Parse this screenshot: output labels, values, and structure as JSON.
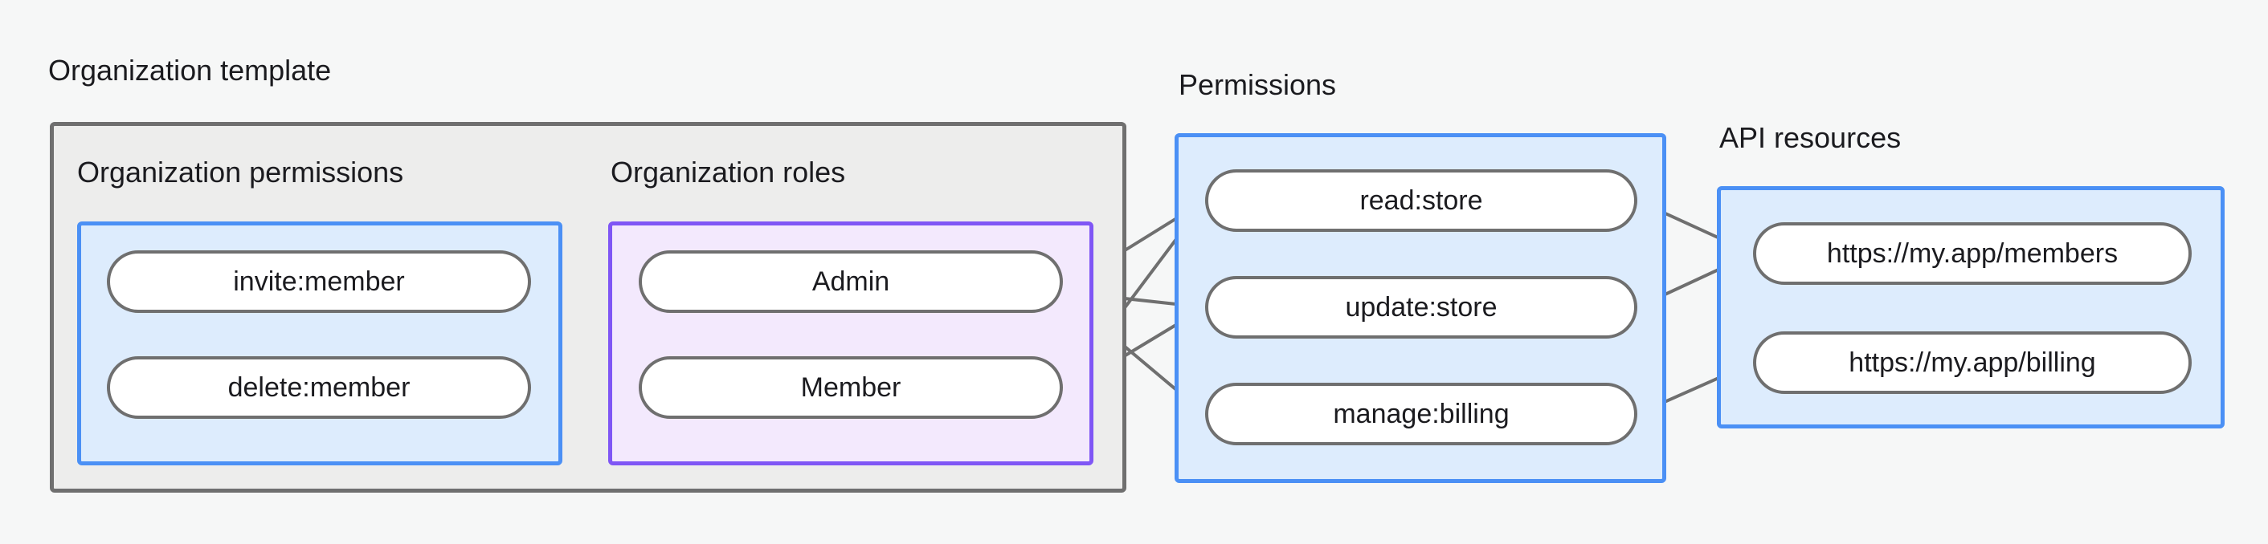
{
  "diagram": {
    "title": "Organization template",
    "background_color": "#f6f7f7",
    "groups": {
      "organization_template": {
        "label": "Organization template",
        "border_color": "#6f6f6f",
        "fill_color": "#ededec",
        "sections": [
          {
            "label": "Organization permissions",
            "border_color": "#4b90f5",
            "fill_color": "#ddecfd",
            "nodes": [
              {
                "label": "invite:member"
              },
              {
                "label": "delete:member"
              }
            ]
          },
          {
            "label": "Organization roles",
            "border_color": "#7f56f5",
            "fill_color": "#f3e9fd",
            "nodes": [
              {
                "label": "Admin"
              },
              {
                "label": "Member"
              }
            ]
          }
        ]
      },
      "permissions": {
        "label": "Permissions",
        "border_color": "#4b90f5",
        "fill_color": "#ddecfd",
        "nodes": [
          {
            "label": "read:store"
          },
          {
            "label": "update:store"
          },
          {
            "label": "manage:billing"
          }
        ]
      },
      "api_resources": {
        "label": "API resources",
        "border_color": "#4b90f5",
        "fill_color": "#ddecfd",
        "nodes": [
          {
            "label": "https://my.app/members"
          },
          {
            "label": "https://my.app/billing"
          }
        ]
      }
    },
    "edges": [
      {
        "from": "invite:member",
        "to": "Admin"
      },
      {
        "from": "invite:member",
        "to": "Member"
      },
      {
        "from": "delete:member",
        "to": "Member"
      },
      {
        "from": "Admin",
        "to": "read:store"
      },
      {
        "from": "Admin",
        "to": "update:store"
      },
      {
        "from": "Admin",
        "to": "manage:billing"
      },
      {
        "from": "Member",
        "to": "read:store"
      },
      {
        "from": "Member",
        "to": "update:store"
      },
      {
        "from": "read:store",
        "to": "https://my.app/members"
      },
      {
        "from": "update:store",
        "to": "https://my.app/members"
      },
      {
        "from": "manage:billing",
        "to": "https://my.app/billing"
      }
    ],
    "edge_color": "#6f6f6f"
  }
}
